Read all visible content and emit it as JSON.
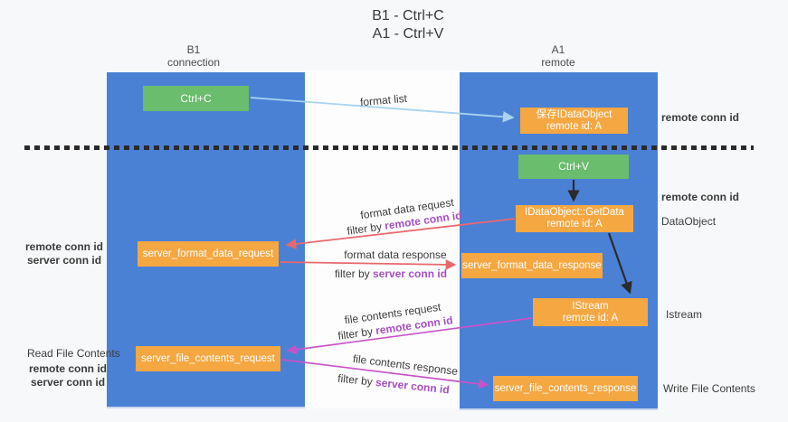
{
  "title": {
    "line1": "B1 - Ctrl+C",
    "line2": "A1 - Ctrl+V"
  },
  "columns": {
    "left": {
      "name": "B1",
      "role": "connection"
    },
    "right": {
      "name": "A1",
      "role": "remote"
    }
  },
  "nodes": {
    "ctrl_c": "Ctrl+C",
    "ctrl_v": "Ctrl+V",
    "save_idataobject": {
      "line1": "保存IDataObject",
      "line2": "remote id: A"
    },
    "getdata": {
      "line1": "IDataObject::GetData",
      "line2": "remote id: A"
    },
    "istream": {
      "line1": "IStream",
      "line2": "remote id: A"
    },
    "format_request": "server_format_data_request",
    "format_response": "server_format_data_response",
    "file_request": "server_file_contents_request",
    "file_response": "server_file_contents_response"
  },
  "arrow_labels": {
    "format_list": "format list",
    "format_data_request": "format data request",
    "format_data_response": "format data response",
    "file_contents_request": "file contents request",
    "file_contents_response": "file contents response",
    "filter_by": "filter by",
    "remote_conn_id": "remote conn id",
    "server_conn_id": "server conn id"
  },
  "side_labels": {
    "remote_conn_id": "remote conn id",
    "server_conn_id": "server conn id",
    "read_file_contents": "Read File Contents",
    "write_file_contents": "Write File Contents",
    "dataobject": "DataObject",
    "istream": "Istream"
  },
  "colors": {
    "lifeline_blue": "#4a81d5",
    "node_orange": "#f5a742",
    "node_green": "#69bd6d",
    "arrow_blue": "#a9d4ef",
    "arrow_red": "#e8696d",
    "arrow_magenta": "#c853c8",
    "arrow_black": "#2b2b2b",
    "text_purple": "#a64fc4",
    "text_green": "#57ab5e"
  }
}
